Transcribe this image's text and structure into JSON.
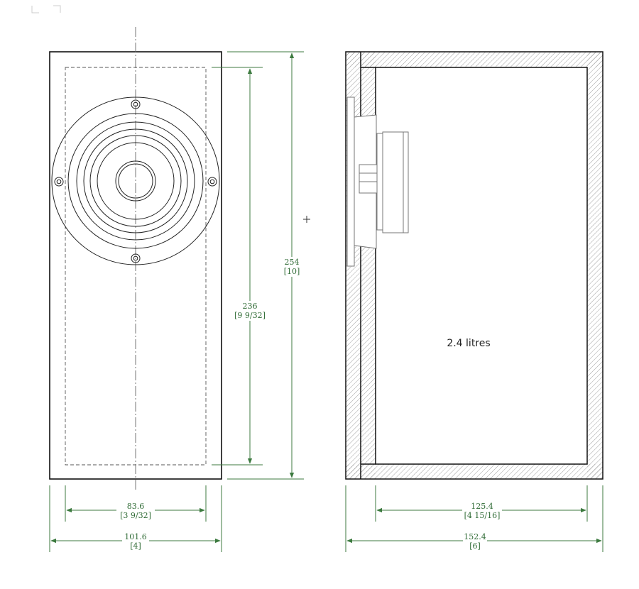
{
  "colors": {
    "outline": "#111111",
    "dimension": "#3c7a3f",
    "hidden_line": "#555555",
    "hatch": "#888888"
  },
  "front_view": {
    "dims": {
      "width_inner": {
        "mm": "83.6",
        "inch": "[3 9/32]"
      },
      "width_outer": {
        "mm": "101.6",
        "inch": "[4]"
      },
      "height_inner": {
        "mm": "236",
        "inch": "[9 9/32]"
      },
      "height_outer": {
        "mm": "254",
        "inch": "[10]"
      }
    }
  },
  "side_view": {
    "volume_label": "2.4 litres",
    "dims": {
      "depth_inner": {
        "mm": "125.4",
        "inch": "[4 15/16]"
      },
      "depth_outer": {
        "mm": "152.4",
        "inch": "[6]"
      }
    }
  }
}
